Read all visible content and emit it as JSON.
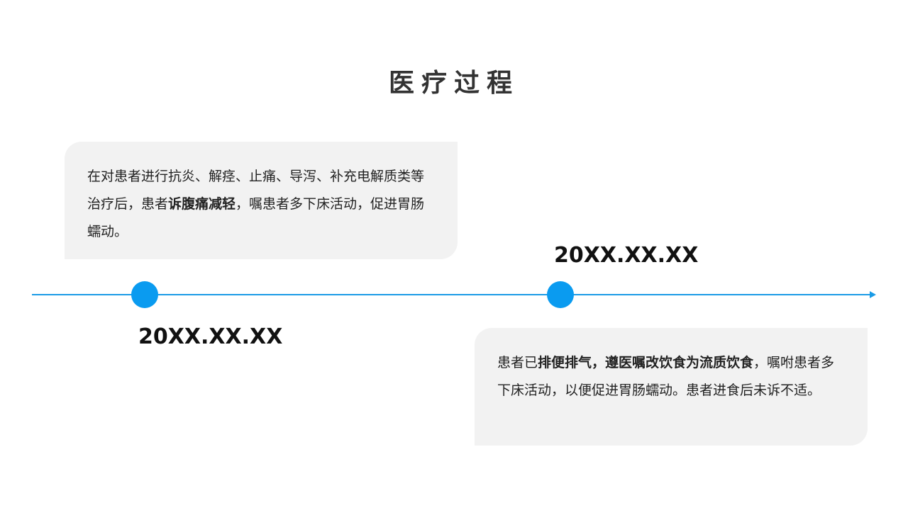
{
  "title": "医疗过程",
  "e1": {
    "date": "20XX.XX.XX",
    "a": "在对患者进行抗炎、解痉、止痛、导泻、补充电解质类等治疗后，患者",
    "b": "诉腹痛减轻",
    "c": "，嘱患者多下床活动，促进胃肠蠕动。"
  },
  "e2": {
    "date": "20XX.XX.XX",
    "a": "患者已",
    "b": "排便排气，遵医嘱改饮食为流质饮食",
    "c": "，嘱咐患者多下床活动，以便促进胃肠蠕动。患者进食后未诉不适。"
  }
}
